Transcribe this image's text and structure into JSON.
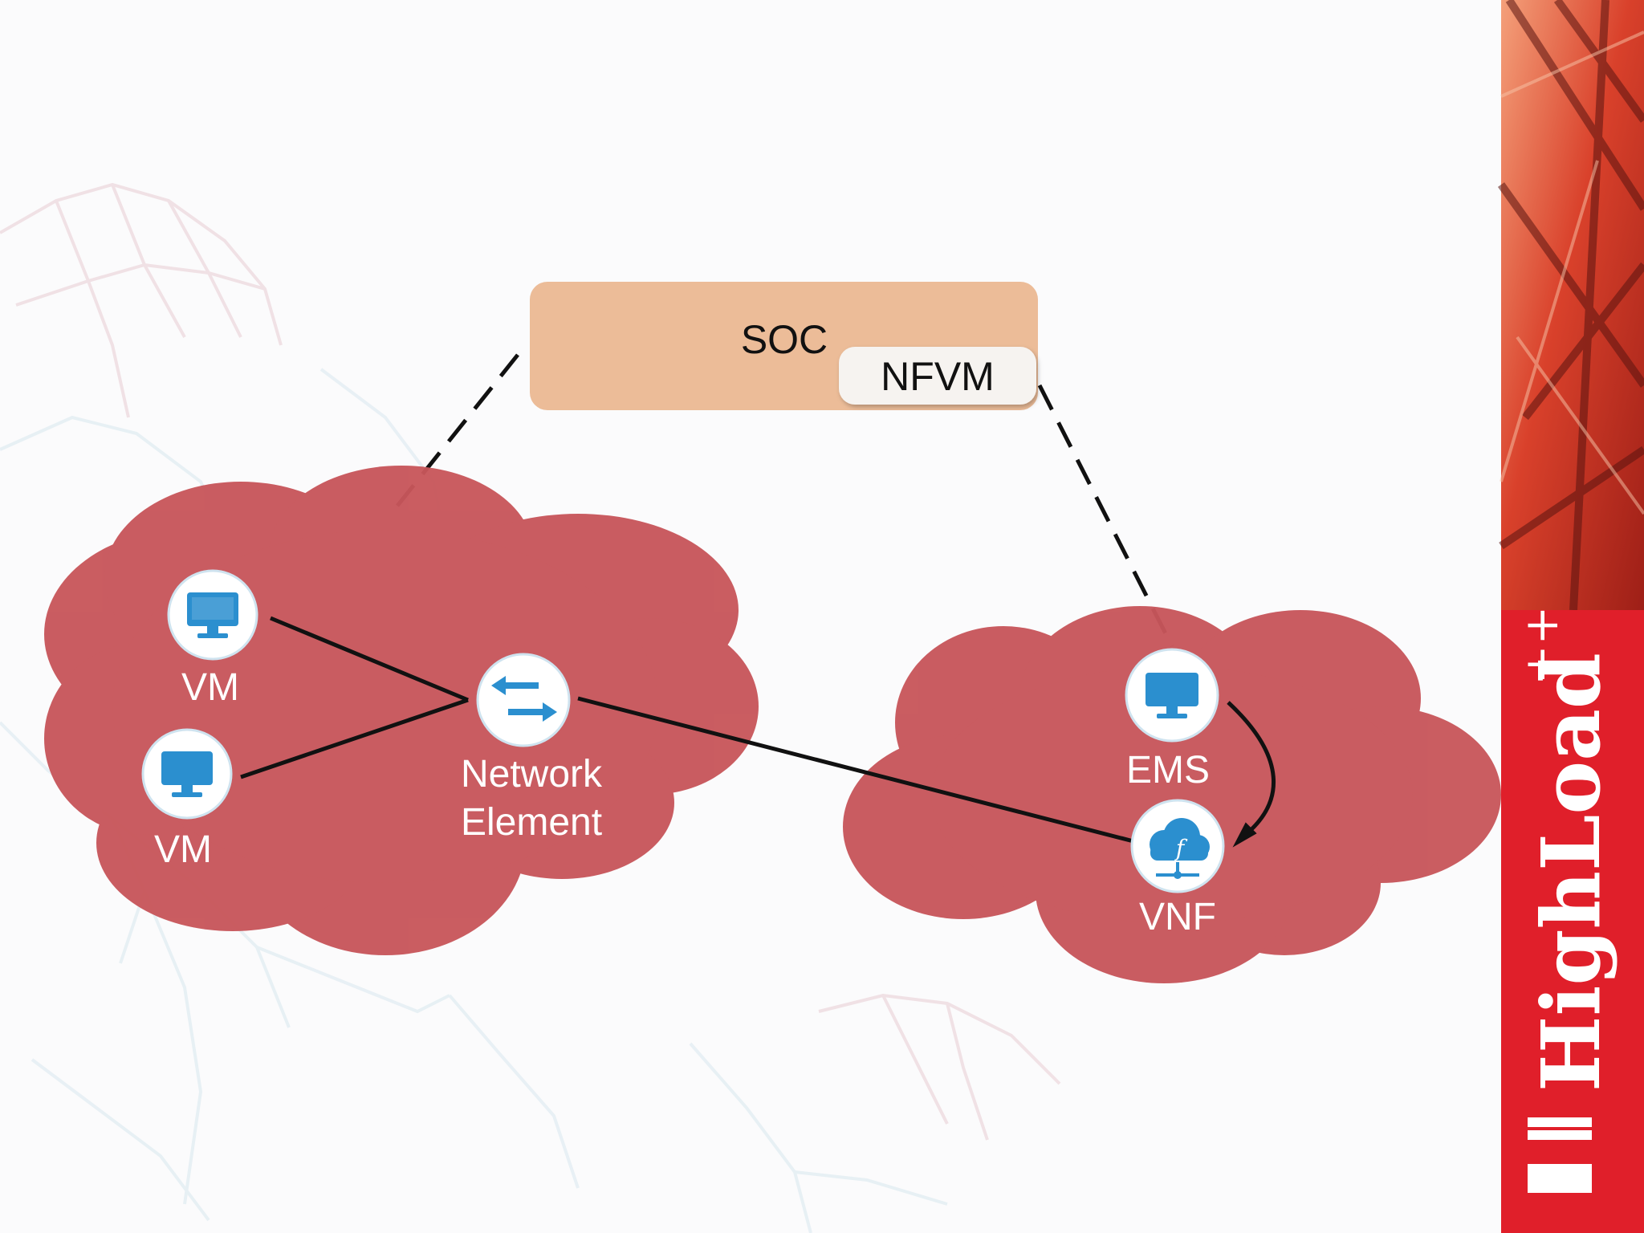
{
  "diagram": {
    "soc": {
      "label": "SOC",
      "nfvm_label": "NFVM"
    },
    "left_cloud": {
      "vm_top": "VM",
      "vm_bottom": "VM",
      "network_element": [
        "Network",
        "Element"
      ]
    },
    "right_cloud": {
      "ems": "EMS",
      "vnf": "VNF"
    }
  },
  "brand": {
    "name": "HighLoad",
    "superscript": "++"
  },
  "icons": {
    "vm": "monitor-icon",
    "network_element": "switch-arrows-icon",
    "ems": "monitor-icon",
    "vnf": "cloud-function-icon"
  },
  "colors": {
    "cloud": "#c8565b",
    "soc_box": "#ecbc98",
    "nfvm_box": "#f6f3f0",
    "brand_red": "#e01f2a",
    "icon_blue": "#2b8fcf"
  }
}
